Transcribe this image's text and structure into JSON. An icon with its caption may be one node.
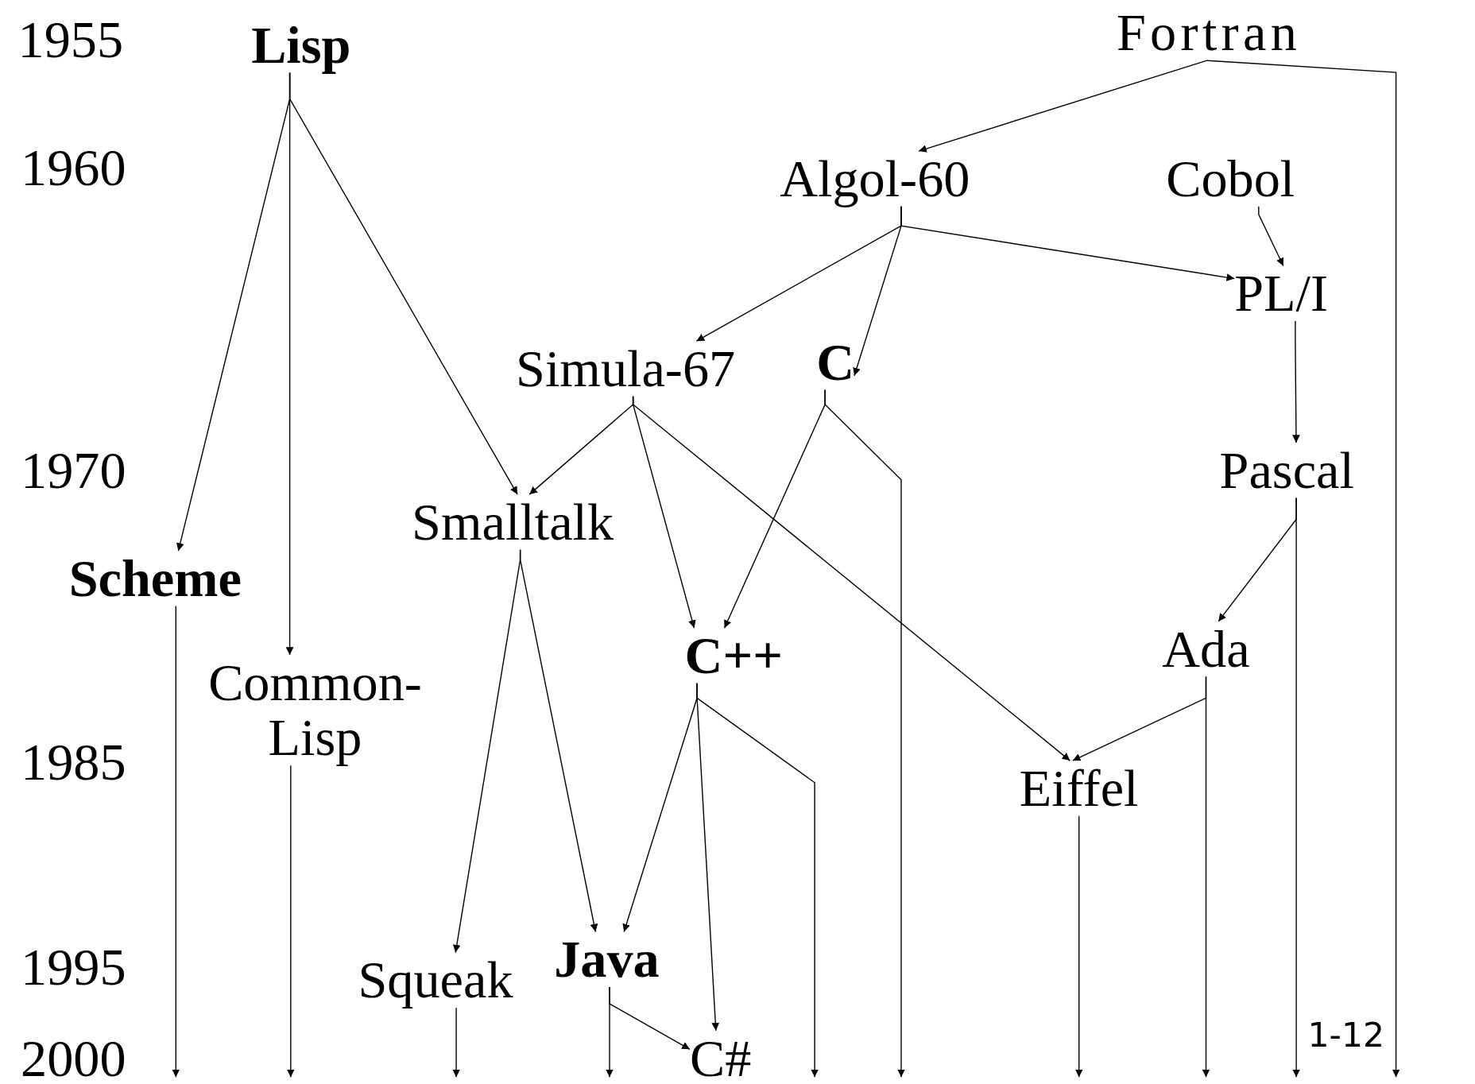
{
  "diagram": {
    "nodes": [
      {
        "text": [
          "Lisp"
        ]
      },
      {
        "text": [
          "Fortran"
        ]
      },
      {
        "text": [
          "Algol-60"
        ]
      },
      {
        "text": [
          "Cobol"
        ]
      },
      {
        "text": [
          "PL/I"
        ]
      },
      {
        "text": [
          "Simula-67"
        ]
      },
      {
        "text": [
          "C"
        ]
      },
      {
        "text": [
          "Pascal"
        ]
      },
      {
        "text": [
          "Smalltalk"
        ]
      },
      {
        "text": [
          "Scheme"
        ]
      },
      {
        "text": [
          "C++"
        ]
      },
      {
        "text": [
          "Ada"
        ]
      },
      {
        "text": [
          "Common- Lisp"
        ]
      },
      {
        "text": [
          "Eiffel"
        ]
      },
      {
        "text": [
          "Squeak"
        ]
      },
      {
        "text": [
          "Java"
        ]
      },
      {
        "text": [
          "C#"
        ]
      }
    ],
    "edges": [
      {
        "from": 0,
        "to": 9,
        "arrow": "to"
      },
      {
        "from": 0,
        "to": 12,
        "arrow": "to"
      },
      {
        "from": 0,
        "to": 8,
        "arrow": "to"
      },
      {
        "from": 1,
        "to": 2,
        "arrow": "to"
      },
      {
        "from": 1,
        "to": null,
        "arrow": "to"
      },
      {
        "from": 2,
        "to": 5,
        "arrow": "to"
      },
      {
        "from": 2,
        "to": 6,
        "arrow": "to"
      },
      {
        "from": 2,
        "to": 4,
        "arrow": "to"
      },
      {
        "from": 3,
        "to": 4,
        "arrow": "to"
      },
      {
        "from": 4,
        "to": 7,
        "arrow": "to"
      },
      {
        "from": 5,
        "to": 8,
        "arrow": "to"
      },
      {
        "from": 5,
        "to": 10,
        "arrow": "to"
      },
      {
        "from": 5,
        "to": 13,
        "arrow": "to"
      },
      {
        "from": 6,
        "to": 10,
        "arrow": "to"
      },
      {
        "from": 6,
        "to": null,
        "arrow": "to"
      },
      {
        "from": 7,
        "to": 11,
        "arrow": "to"
      },
      {
        "from": 7,
        "to": null,
        "arrow": "to"
      },
      {
        "from": 8,
        "to": 14,
        "arrow": "to"
      },
      {
        "from": 8,
        "to": 15,
        "arrow": "to"
      },
      {
        "from": 9,
        "to": null,
        "arrow": "to"
      },
      {
        "from": 10,
        "to": 15,
        "arrow": "to"
      },
      {
        "from": 10,
        "to": 16,
        "arrow": "to"
      },
      {
        "from": 10,
        "to": null,
        "arrow": "to"
      },
      {
        "from": 11,
        "to": 13,
        "arrow": "to"
      },
      {
        "from": 11,
        "to": null,
        "arrow": "to"
      },
      {
        "from": 12,
        "to": null,
        "arrow": "to"
      },
      {
        "from": 13,
        "to": null,
        "arrow": "to"
      },
      {
        "from": 14,
        "to": null,
        "arrow": "to"
      },
      {
        "from": 15,
        "to": 16,
        "arrow": "to"
      },
      {
        "from": 15,
        "to": null,
        "arrow": "to"
      }
    ],
    "labels": [
      "1955",
      "1960",
      "1970",
      "1985",
      "1995",
      "2000",
      "1-12"
    ]
  }
}
